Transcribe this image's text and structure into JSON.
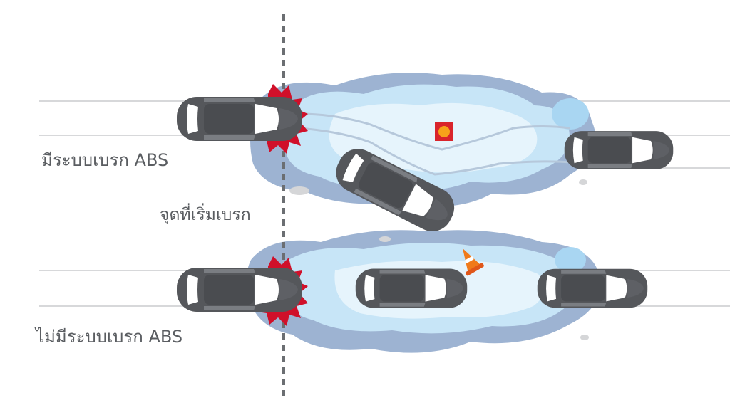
{
  "labels": {
    "with_abs": "มีระบบเบรก ABS",
    "brake_point": "จุดที่เริ่มเบรก",
    "without_abs": "ไม่มีระบบเบรก ABS"
  },
  "icons": {
    "impact": "impact-burst-icon",
    "obstacle_square": "obstacle-block-icon",
    "traffic_cone": "traffic-cone-icon"
  },
  "colors": {
    "car_body": "#55575b",
    "car_glass": "#ffffff",
    "impact_red": "#d0102a",
    "water_light": "#cfe9f8",
    "water_mid": "#a9d6f2",
    "water_dark": "#7f98bf",
    "road_line": "#d7d8da",
    "obstacle_orange": "#f07a1a",
    "obstacle_red": "#d9242b"
  }
}
